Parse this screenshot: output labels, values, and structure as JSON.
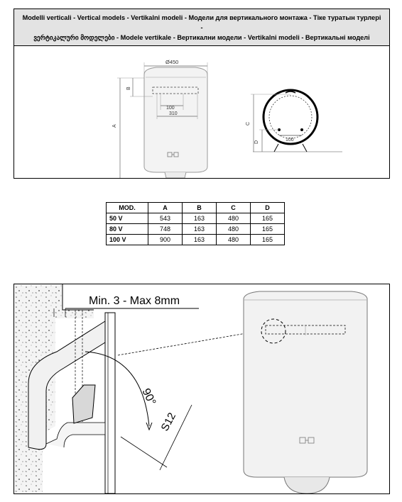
{
  "title_line1": "Modelli verticali - Vertical models - Vertikalni modeli - Модели для вертикального монтажа - Тiке туратын турлерi -",
  "title_line2": "ვერტიკალური მოდელები - Modele vertikale - Вертикални модели - Vertikalni modeli - Вертикальнi моделі",
  "diagram_top": {
    "dim_width": "Ø450",
    "label_a": "A",
    "label_b": "B",
    "dim_100": "100",
    "dim_310": "310",
    "label_c": "C",
    "label_d": "D",
    "dim_100_side": "100"
  },
  "table": {
    "headers": [
      "MOD.",
      "A",
      "B",
      "C",
      "D"
    ],
    "rows": [
      {
        "mod": "50 V",
        "a": "543",
        "b": "163",
        "c": "480",
        "d": "165"
      },
      {
        "mod": "80 V",
        "a": "748",
        "b": "163",
        "c": "480",
        "d": "165"
      },
      {
        "mod": "100 V",
        "a": "900",
        "b": "163",
        "c": "480",
        "d": "165"
      }
    ]
  },
  "diagram_bottom": {
    "gap_label": "Min. 3 - Max 8mm",
    "angle_label": "90°",
    "bolt_label": "S12"
  }
}
